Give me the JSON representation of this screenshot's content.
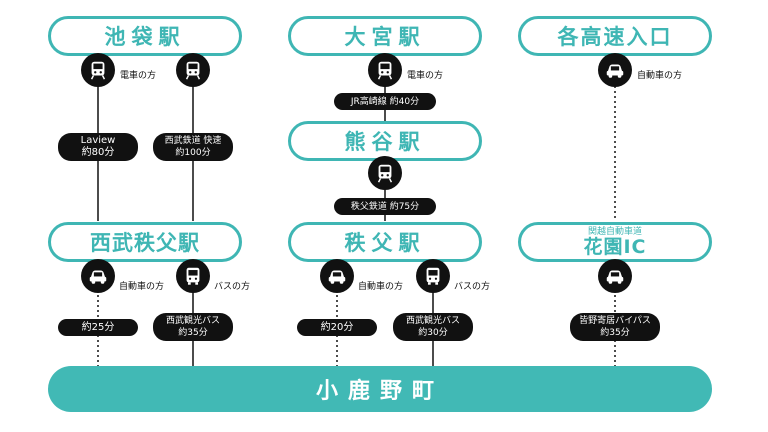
{
  "stations": {
    "ikebukuro": "池袋駅",
    "omiya": "大宮駅",
    "expressway": "各高速入口",
    "kumagaya": "熊谷駅",
    "seibu_chichibu": "西武秩父駅",
    "chichibu": "秩父駅",
    "hanazono_sub": "関越自動車道",
    "hanazono": "花園IC",
    "destination": "小鹿野町"
  },
  "labels": {
    "train_direction": "電車の方",
    "car_direction": "自動車の方",
    "bus_direction": "バスの方"
  },
  "routes": {
    "laview": "Laview\n約80分",
    "seibu_rapid": "西武鉄道 快速\n約100分",
    "jr_takasaki": "JR高崎線 約40分",
    "chichibu_railway": "秩父鉄道 約75分",
    "car_25": "約25分",
    "seibu_bus_35": "西武観光バス\n約35分",
    "car_20": "約20分",
    "seibu_bus_30": "西武観光バス\n約30分",
    "minano_bypass": "皆野寄居バイパス\n約35分"
  },
  "icons": {
    "train": "train-icon",
    "car": "car-icon",
    "bus": "bus-icon"
  },
  "colors": {
    "accent": "#3fb6b4",
    "destination_fill": "#41b9b5",
    "dark": "#111111"
  }
}
